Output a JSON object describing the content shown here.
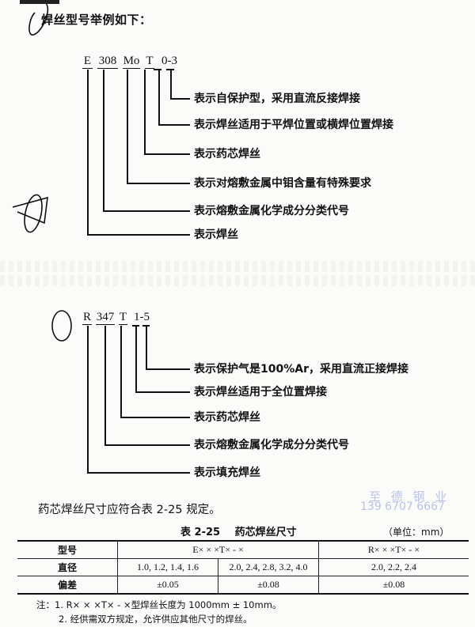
{
  "heading": "焊丝型号举例如下：",
  "example1": {
    "code_parts": [
      "E",
      "308",
      "Mo",
      "T",
      "0-3"
    ],
    "descriptions": [
      "表示自保护型，采用直流反接焊接",
      "表示焊丝适用于平焊位置或横焊位置焊接",
      "表示药芯焊丝",
      "表示对熔敷金属中钼含量有特殊要求",
      "表示熔敷金属化学成分分类代号",
      "表示焊丝"
    ]
  },
  "example2": {
    "code_parts": [
      "R",
      "347",
      "T",
      "1-5"
    ],
    "descriptions": [
      "表示保护气是100%Ar，采用直流正接焊接",
      "表示焊丝适用于全位置焊接",
      "表示药芯焊丝",
      "表示熔敷金属化学成分分类代号",
      "表示填充焊丝"
    ]
  },
  "paragraph": "药芯焊丝尺寸应符合表 2-25 规定。",
  "watermark": {
    "company": "至 德 钢 业",
    "phone": "139 6707 6667",
    "color": "#b9c2e8"
  },
  "table": {
    "caption_number": "表 2-25",
    "caption_title": "药芯焊丝尺寸",
    "unit": "（单位：mm）",
    "header": {
      "label": "型号",
      "group_e": "E× × ×T× - ×",
      "group_r": "R× × ×T× - ×"
    },
    "rows": [
      {
        "label": "直径",
        "cells": [
          "1.0, 1.2, 1.4, 1.6",
          "2.0, 2.4, 2.8, 3.2, 4.0",
          "2.0, 2.2, 2.4"
        ]
      },
      {
        "label": "偏差",
        "cells": [
          "±0.05",
          "±0.08",
          "±0.08"
        ]
      }
    ]
  },
  "notes": [
    "注：1. R× × ×T× - ×型焊丝长度为 1000mm ± 10mm。",
    "2. 经供需双方规定，允许供应其他尺寸的焊丝。"
  ]
}
